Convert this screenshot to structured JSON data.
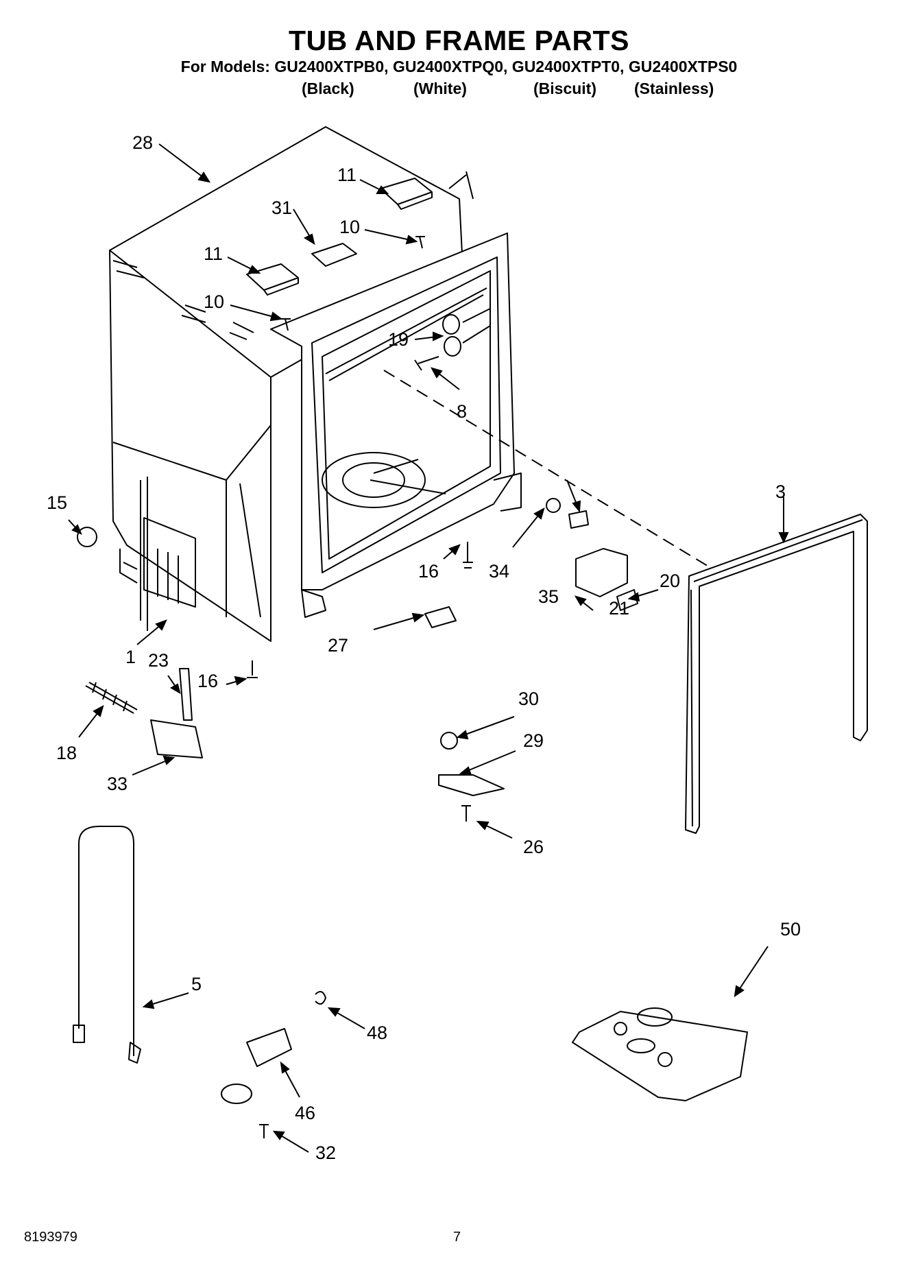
{
  "header": {
    "title": "TUB AND FRAME PARTS",
    "models_line": "For Models: GU2400XTPB0, GU2400XTPQ0, GU2400XTPT0, GU2400XTPS0",
    "colors": [
      "(Black)",
      "(White)",
      "(Biscuit)",
      "(Stainless)"
    ]
  },
  "callouts": {
    "c28": "28",
    "c11a": "11",
    "c31": "31",
    "c10a": "10",
    "c11b": "11",
    "c10b": "10",
    "c19": "19",
    "c8": "8",
    "c3": "3",
    "c15": "15",
    "c16a": "16",
    "c34": "34",
    "c20": "20",
    "c35": "35",
    "c21": "21",
    "c1": "1",
    "c23": "23",
    "c27": "27",
    "c16b": "16",
    "c30": "30",
    "c29": "29",
    "c18": "18",
    "c33": "33",
    "c26": "26",
    "c50": "50",
    "c5": "5",
    "c48": "48",
    "c46": "46",
    "c32": "32"
  },
  "footer": {
    "doc_number": "8193979",
    "page_number": "7"
  }
}
